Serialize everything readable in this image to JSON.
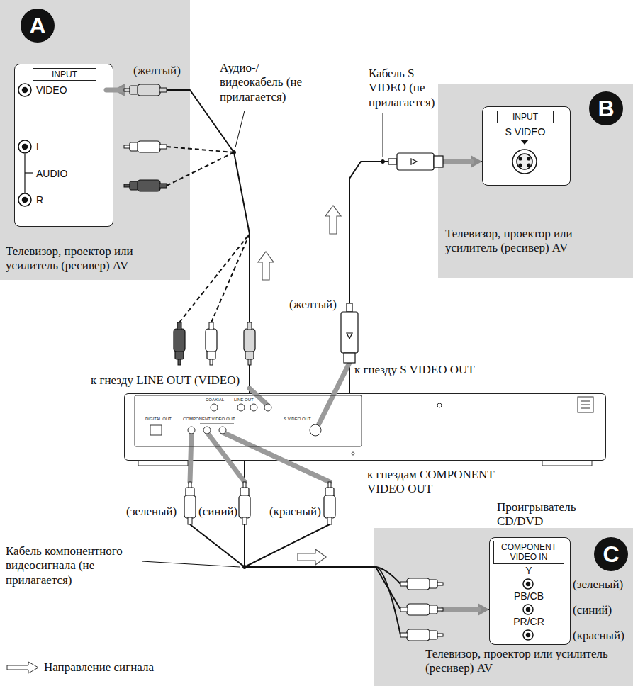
{
  "diagram": {
    "nodes": [
      {
        "text": [
          "A",
          "Телевизор, проектор или усилитель (ресивер) AV"
        ]
      },
      {
        "text": [
          "INPUT",
          "VIDEO",
          "L",
          "AUDIO",
          "R"
        ],
        "in": 0
      },
      {
        "text": [
          "B",
          "Телевизор, проектор или усилитель (ресивер) AV"
        ]
      },
      {
        "text": [
          "INPUT",
          "S VIDEO"
        ],
        "in": 2
      },
      {
        "text": [
          "Проигрыватель CD/DVD"
        ]
      },
      {
        "text": [
          "C",
          "Телевизор, проектор или усилитель (ресивер) AV"
        ]
      },
      {
        "text": [
          "COMPONENT VIDEO IN",
          "Y",
          "PB/CB",
          "PR/CR"
        ],
        "in": 5
      }
    ],
    "edges": [
      {
        "from": 4,
        "to": 1,
        "arrow": "to",
        "label": "Аудио-/ видеокабель (не прилагается)"
      },
      {
        "from": 4,
        "to": 3,
        "arrow": "to",
        "label": "Кабель S VIDEO (не прилагается)"
      },
      {
        "from": 4,
        "to": 6,
        "arrow": "to",
        "label": "Кабель компонентного видеосигнала (не прилагается)"
      }
    ],
    "labels": [
      "(желтый)",
      "к гнезду LINE OUT (VIDEO)",
      "(желтый)",
      "к гнезду S VIDEO OUT",
      "к гнездам COMPONENT VIDEO OUT",
      "(зеленый)",
      "(синий)",
      "(красный)",
      "(зеленый)",
      "(синий)",
      "(красный)",
      "COAXIAL",
      "LINE OUT",
      "DIGITAL OUT",
      "COMPONENT VIDEO OUT",
      "S VIDEO OUT"
    ],
    "legend": [
      {
        "text": "Направление сигнала"
      }
    ]
  }
}
